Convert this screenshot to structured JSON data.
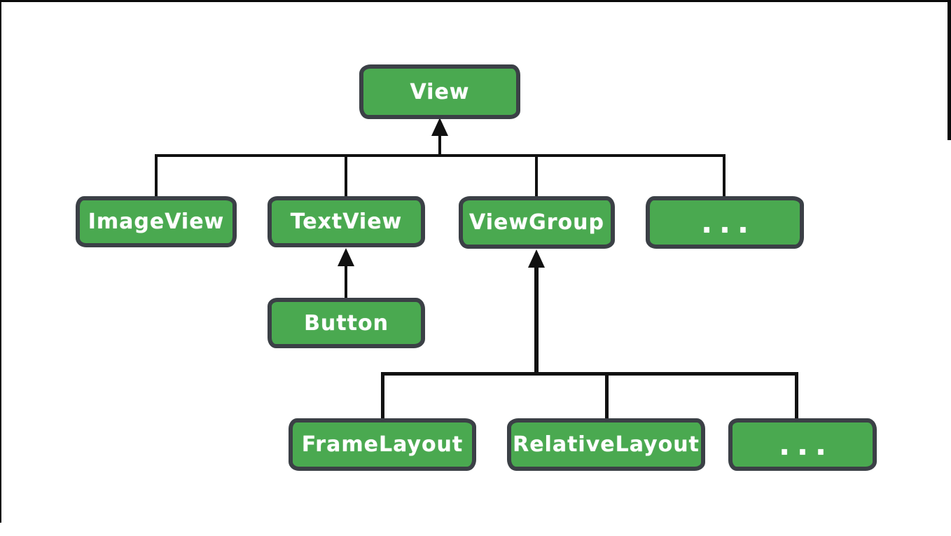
{
  "diagram": {
    "type": "tree",
    "colors": {
      "node_fill": "#4aa950",
      "node_border": "#3b4046",
      "node_text": "#ffffff",
      "connector": "#111111",
      "background": "#ffffff",
      "frame_border": "#0a0a0a"
    },
    "nodes": {
      "view": {
        "label": "View"
      },
      "imageview": {
        "label": "ImageView"
      },
      "textview": {
        "label": "TextView"
      },
      "viewgroup": {
        "label": "ViewGroup"
      },
      "ellipsis_top": {
        "label": "..."
      },
      "button": {
        "label": "Button"
      },
      "framelayout": {
        "label": "FrameLayout"
      },
      "relativelayout": {
        "label": "RelativeLayout"
      },
      "ellipsis_bottom": {
        "label": "..."
      }
    },
    "edges": [
      {
        "from": "ImageView",
        "to": "View",
        "style": "elbow"
      },
      {
        "from": "TextView",
        "to": "View",
        "style": "elbow"
      },
      {
        "from": "ViewGroup",
        "to": "View",
        "style": "elbow-arrow"
      },
      {
        "from": "...",
        "to": "View",
        "style": "elbow"
      },
      {
        "from": "Button",
        "to": "TextView",
        "style": "arrow"
      },
      {
        "from": "FrameLayout",
        "to": "ViewGroup",
        "style": "elbow"
      },
      {
        "from": "RelativeLayout",
        "to": "ViewGroup",
        "style": "elbow-arrow"
      },
      {
        "from": "...",
        "to": "ViewGroup",
        "style": "elbow"
      }
    ]
  }
}
